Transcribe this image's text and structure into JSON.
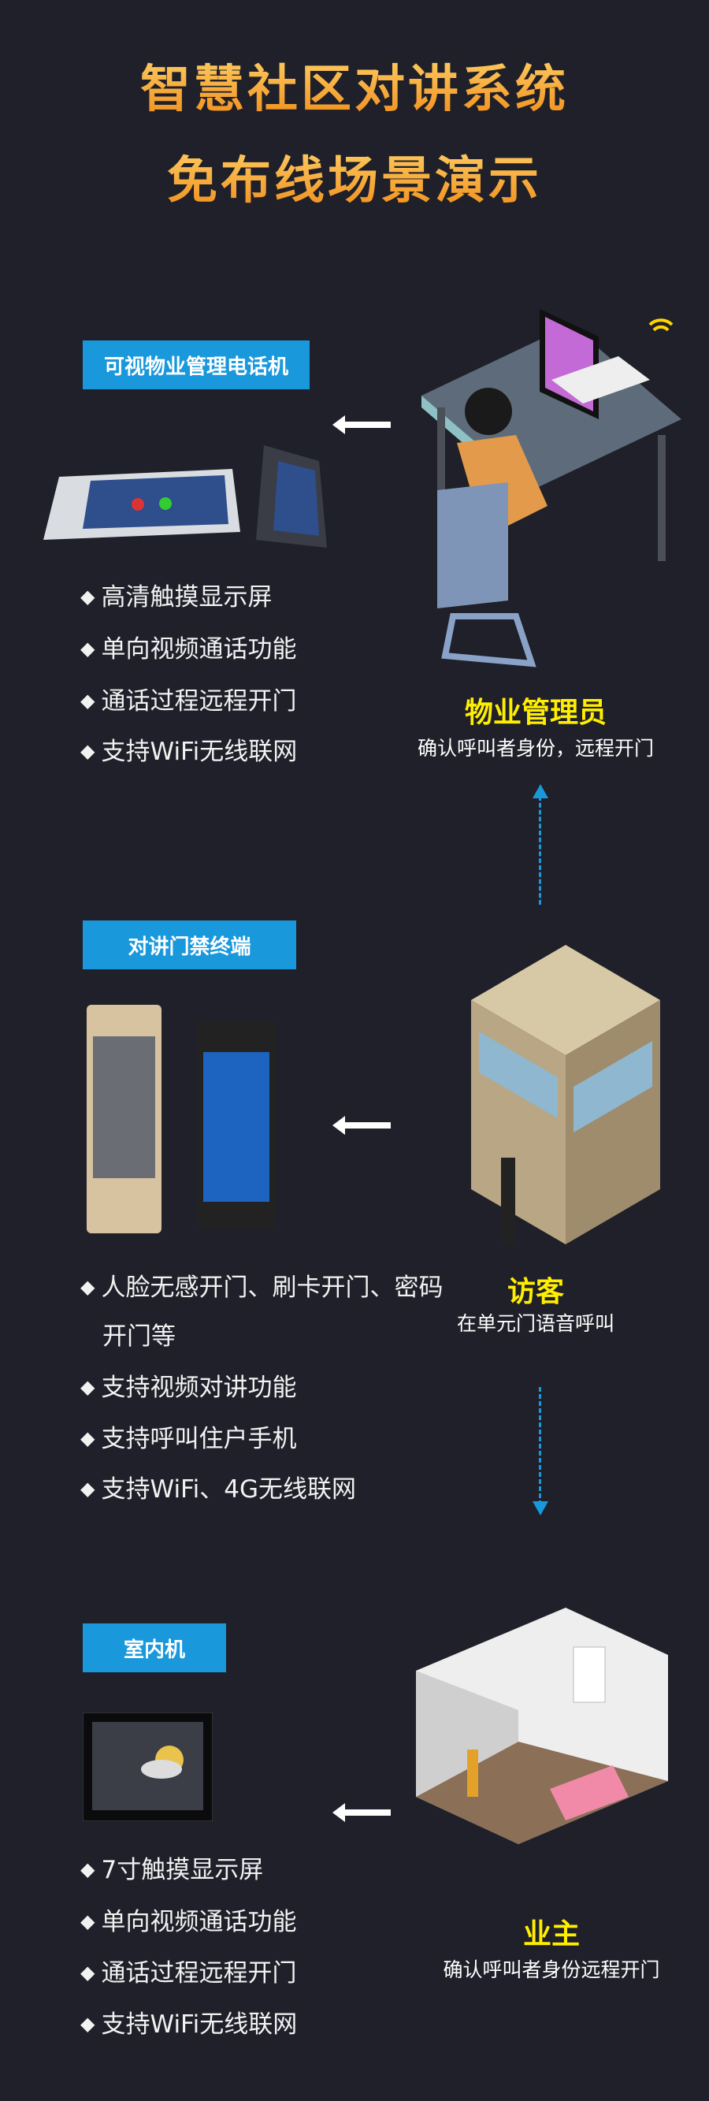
{
  "header": {
    "title_line1": "智慧社区对讲系统",
    "title_line2": "免布线场景演示"
  },
  "sections": [
    {
      "label": "可视物业管理电话机",
      "bullets": [
        "高清触摸显示屏",
        "单向视频通话功能",
        "通话过程远程开门",
        "支持WiFi无线联网"
      ],
      "role": "物业管理员",
      "role_desc": "确认呼叫者身份，远程开门"
    },
    {
      "label": "对讲门禁终端",
      "bullets": [
        "人脸无感开门、刷卡开门、密码",
        "开门等",
        "支持视频对讲功能",
        "支持呼叫住户手机",
        "支持WiFi、4G无线联网"
      ],
      "role": "访客",
      "role_desc": "在单元门语音呼叫"
    },
    {
      "label": "室内机",
      "bullets": [
        "7寸触摸显示屏",
        "单向视频通话功能",
        "通话过程远程开门",
        "支持WiFi无线联网"
      ],
      "role": "业主",
      "role_desc": "确认呼叫者身份远程开门"
    }
  ],
  "colors": {
    "accent": "#1a98dc",
    "role": "#ffee00",
    "title": "#f5a623",
    "bg": "#1f2029"
  }
}
